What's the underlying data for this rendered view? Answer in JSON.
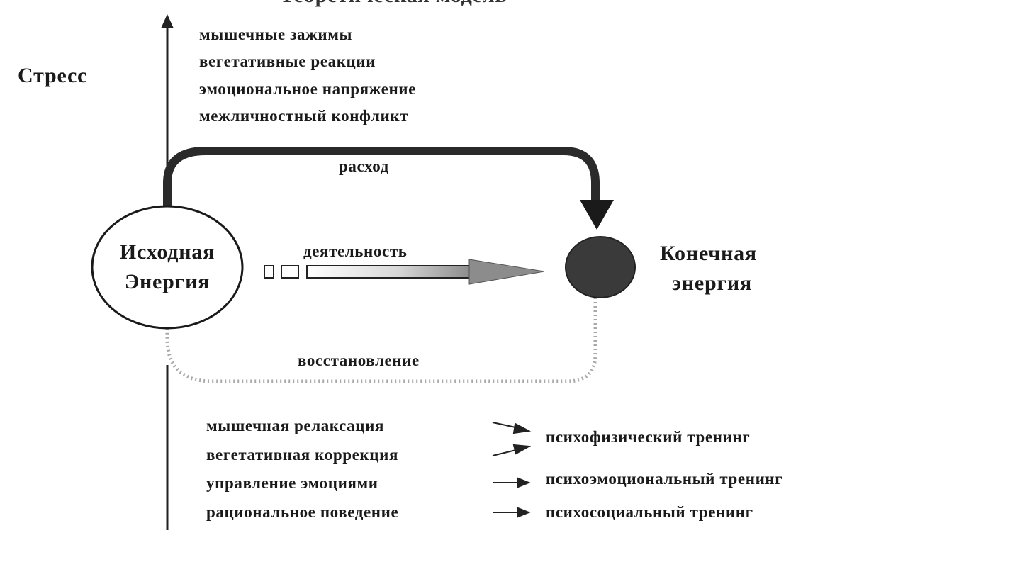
{
  "top_partial": "Теоретическая модель",
  "stress_label": "Стресс",
  "stress_factors": [
    "мышечные зажимы",
    "вегетативные реакции",
    "эмоциональное напряжение",
    "межличностный конфликт"
  ],
  "flow_labels": {
    "expense": "расход",
    "activity": "деятельность",
    "recovery": "восстановление"
  },
  "initial_energy": [
    "Исходная",
    "Энергия"
  ],
  "final_energy": [
    "Конечная",
    "энергия"
  ],
  "recovery_methods": [
    "мышечная релаксация",
    "вегетативная коррекция",
    "управление эмоциями",
    "рациональное поведение"
  ],
  "trainings": [
    "психофизический тренинг",
    "психоэмоциональный тренинг",
    "психосоциальный тренинг"
  ]
}
